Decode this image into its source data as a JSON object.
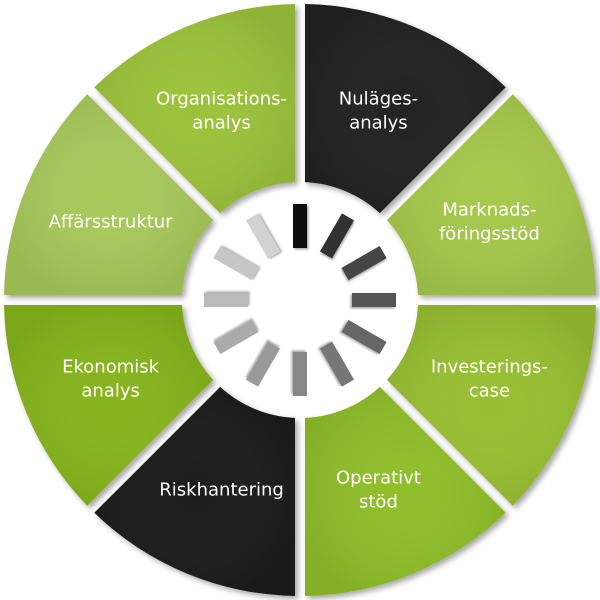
{
  "diagram": {
    "segments": [
      {
        "lines": [
          "Nuläges-",
          "analys"
        ],
        "color": "#222222"
      },
      {
        "lines": [
          "Marknads-",
          "föringsstöd"
        ],
        "color": "#a6c84c"
      },
      {
        "lines": [
          "Investerings-",
          "case"
        ],
        "color": "#98bf32"
      },
      {
        "lines": [
          "Operativt",
          "stöd"
        ],
        "color": "#8fbe2a"
      },
      {
        "lines": [
          "Riskhantering"
        ],
        "color": "#1f1f1f"
      },
      {
        "lines": [
          "Ekonomisk",
          "analys"
        ],
        "color": "#86b41f"
      },
      {
        "lines": [
          "Affärsstruktur"
        ],
        "color": "#a8c85a"
      },
      {
        "lines": [
          "Organisations-",
          "analys"
        ],
        "color": "#9cc23a"
      }
    ],
    "spinner": {
      "bar_count": 12,
      "colors": [
        "#111111",
        "#333333",
        "#444444",
        "#555555",
        "#666666",
        "#777777",
        "#888888",
        "#999999",
        "#aaaaaa",
        "#bbbbbb",
        "#c6c6c6",
        "#d2d2d2"
      ]
    }
  }
}
